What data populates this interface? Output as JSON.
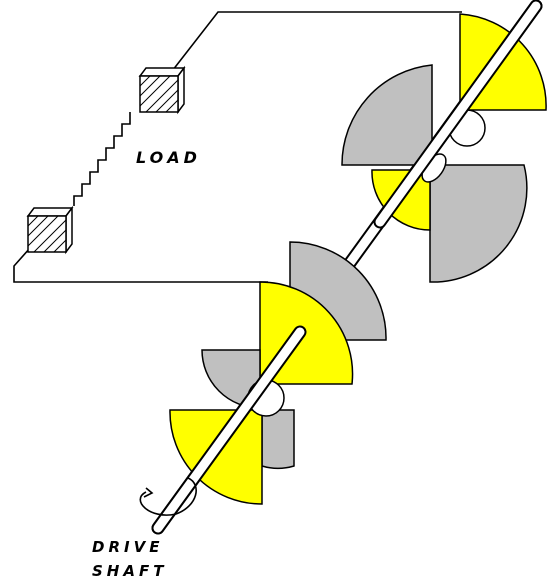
{
  "labels": {
    "load": "LOAD",
    "drive": "DRIVE",
    "shaft": "SHAFT"
  },
  "colors": {
    "background": "#ffffff",
    "line": "#000000",
    "yellow_segment": "#ffff00",
    "gray_segment": "#c0c0c0",
    "shaft_fill": "#ffffff"
  },
  "icons": {
    "load_block": "hatched-cube-icon",
    "rotation_arrow": "curved-arrow-icon"
  }
}
